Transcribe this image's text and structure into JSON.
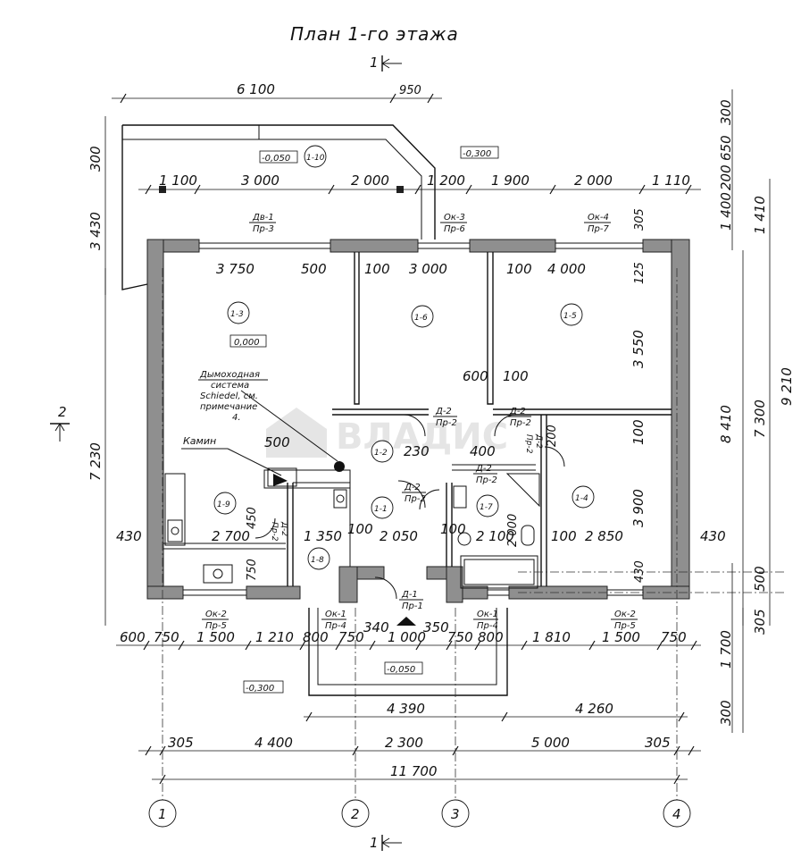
{
  "title": "План 1-го этажа",
  "section_mark": "1",
  "axis_marks": [
    "1",
    "2",
    "3",
    "4"
  ],
  "side_mark": "2",
  "levels": {
    "terrace_top": "-0,050",
    "outer_top": "-0,300",
    "porch": "-0,050",
    "outer_bottom": "-0,300",
    "floor": "0,000"
  },
  "rooms": {
    "r110": "1-10",
    "r13": "1-3",
    "r16": "1-6",
    "r15": "1-5",
    "r12": "1-2",
    "r14": "1-4",
    "r19": "1-9",
    "r11": "1-1",
    "r17": "1-7",
    "r18": "1-8"
  },
  "openings": {
    "dv1": "Дв-1",
    "pr3": "Пр-3",
    "ok3": "Ок-3",
    "pr6": "Пр-6",
    "ok4": "Ок-4",
    "pr7": "Пр-7",
    "d2_a": "Д-2",
    "pr2_a": "Пр-2",
    "d2_b": "Д-2",
    "pr2_b": "Пр-2",
    "d2_c": "Д-2",
    "pr2_c": "Пр-2",
    "d2_d": "Д-2",
    "pr2_d": "Пр-2",
    "d2_e": "Д-2",
    "pr2_e": "Пр-2",
    "d2_f": "Д-2",
    "pr2_f": "Пр-2",
    "d1": "Д-1",
    "pr1": "Пр-1",
    "ok2_l": "Ок-2",
    "pr5_l": "Пр-5",
    "ok1_l": "Ок-1",
    "pr4_l": "Пр-4",
    "ok1_r": "Ок-1",
    "pr4_r": "Пр-4",
    "ok2_r": "Ок-2",
    "pr5_r": "Пр-5"
  },
  "notes": {
    "chimney_1": "Дымоходная",
    "chimney_2": "система",
    "chimney_3": "Schiedel, см.",
    "chimney_4": "примечание",
    "chimney_5": "4.",
    "fireplace": "Камин"
  },
  "dims": {
    "top_6100": "6 100",
    "top_950": "950",
    "top_1100": "1 100",
    "top_3000": "3 000",
    "top_2000a": "2 000",
    "top_1200": "1 200",
    "top_1900": "1 900",
    "top_2000b": "2 000",
    "top_1110": "1 110",
    "i_3750": "3 750",
    "i_500a": "500",
    "i_100a": "100",
    "i_3000": "3 000",
    "i_100b": "100",
    "i_4000": "4 000",
    "i_600": "600",
    "i_100c": "100",
    "i_500b": "500",
    "i_230": "230",
    "i_400": "400",
    "i_2700": "2 700",
    "i_1350": "1 350",
    "i_2050": "2 050",
    "i_2100": "2 100",
    "i_100d": "100",
    "i_2850": "2 850",
    "i_100e": "100",
    "i_100f": "100",
    "i_430l": "430",
    "i_430r": "430",
    "i_340": "340",
    "i_350": "350",
    "v_3550": "3 550",
    "v_100": "100",
    "v_3900": "3 900",
    "v_125": "125",
    "v_305": "305",
    "v_430": "430",
    "v_450": "450",
    "v_750": "750",
    "v_200a": "200",
    "v_2000": "2 000",
    "b_600": "600",
    "b_750a": "750",
    "b_1500a": "1 500",
    "b_1210": "1 210",
    "b_800a": "800",
    "b_750b": "750",
    "b_1000": "1 000",
    "b_750c": "750",
    "b_800b": "800",
    "b_1810": "1 810",
    "b_1500b": "1 500",
    "b_750d": "750",
    "b_4390": "4 390",
    "b_4260": "4 260",
    "b_305a": "305",
    "b_4400": "4 400",
    "b_2300": "2 300",
    "b_5000": "5 000",
    "b_305b": "305",
    "b_11700": "11 700",
    "l_300": "300",
    "l_3430": "3 430",
    "l_7230": "7 230",
    "r_300": "300",
    "r_650": "650",
    "r_200": "200",
    "r_1400": "1 400",
    "r_1410": "1 410",
    "r_8410": "8 410",
    "r_7300": "7 300",
    "r_9210": "9 210",
    "r_500": "500",
    "r_305": "305",
    "r_1700": "1 700",
    "r_300b": "300"
  },
  "watermark": "ВЛАДИС"
}
